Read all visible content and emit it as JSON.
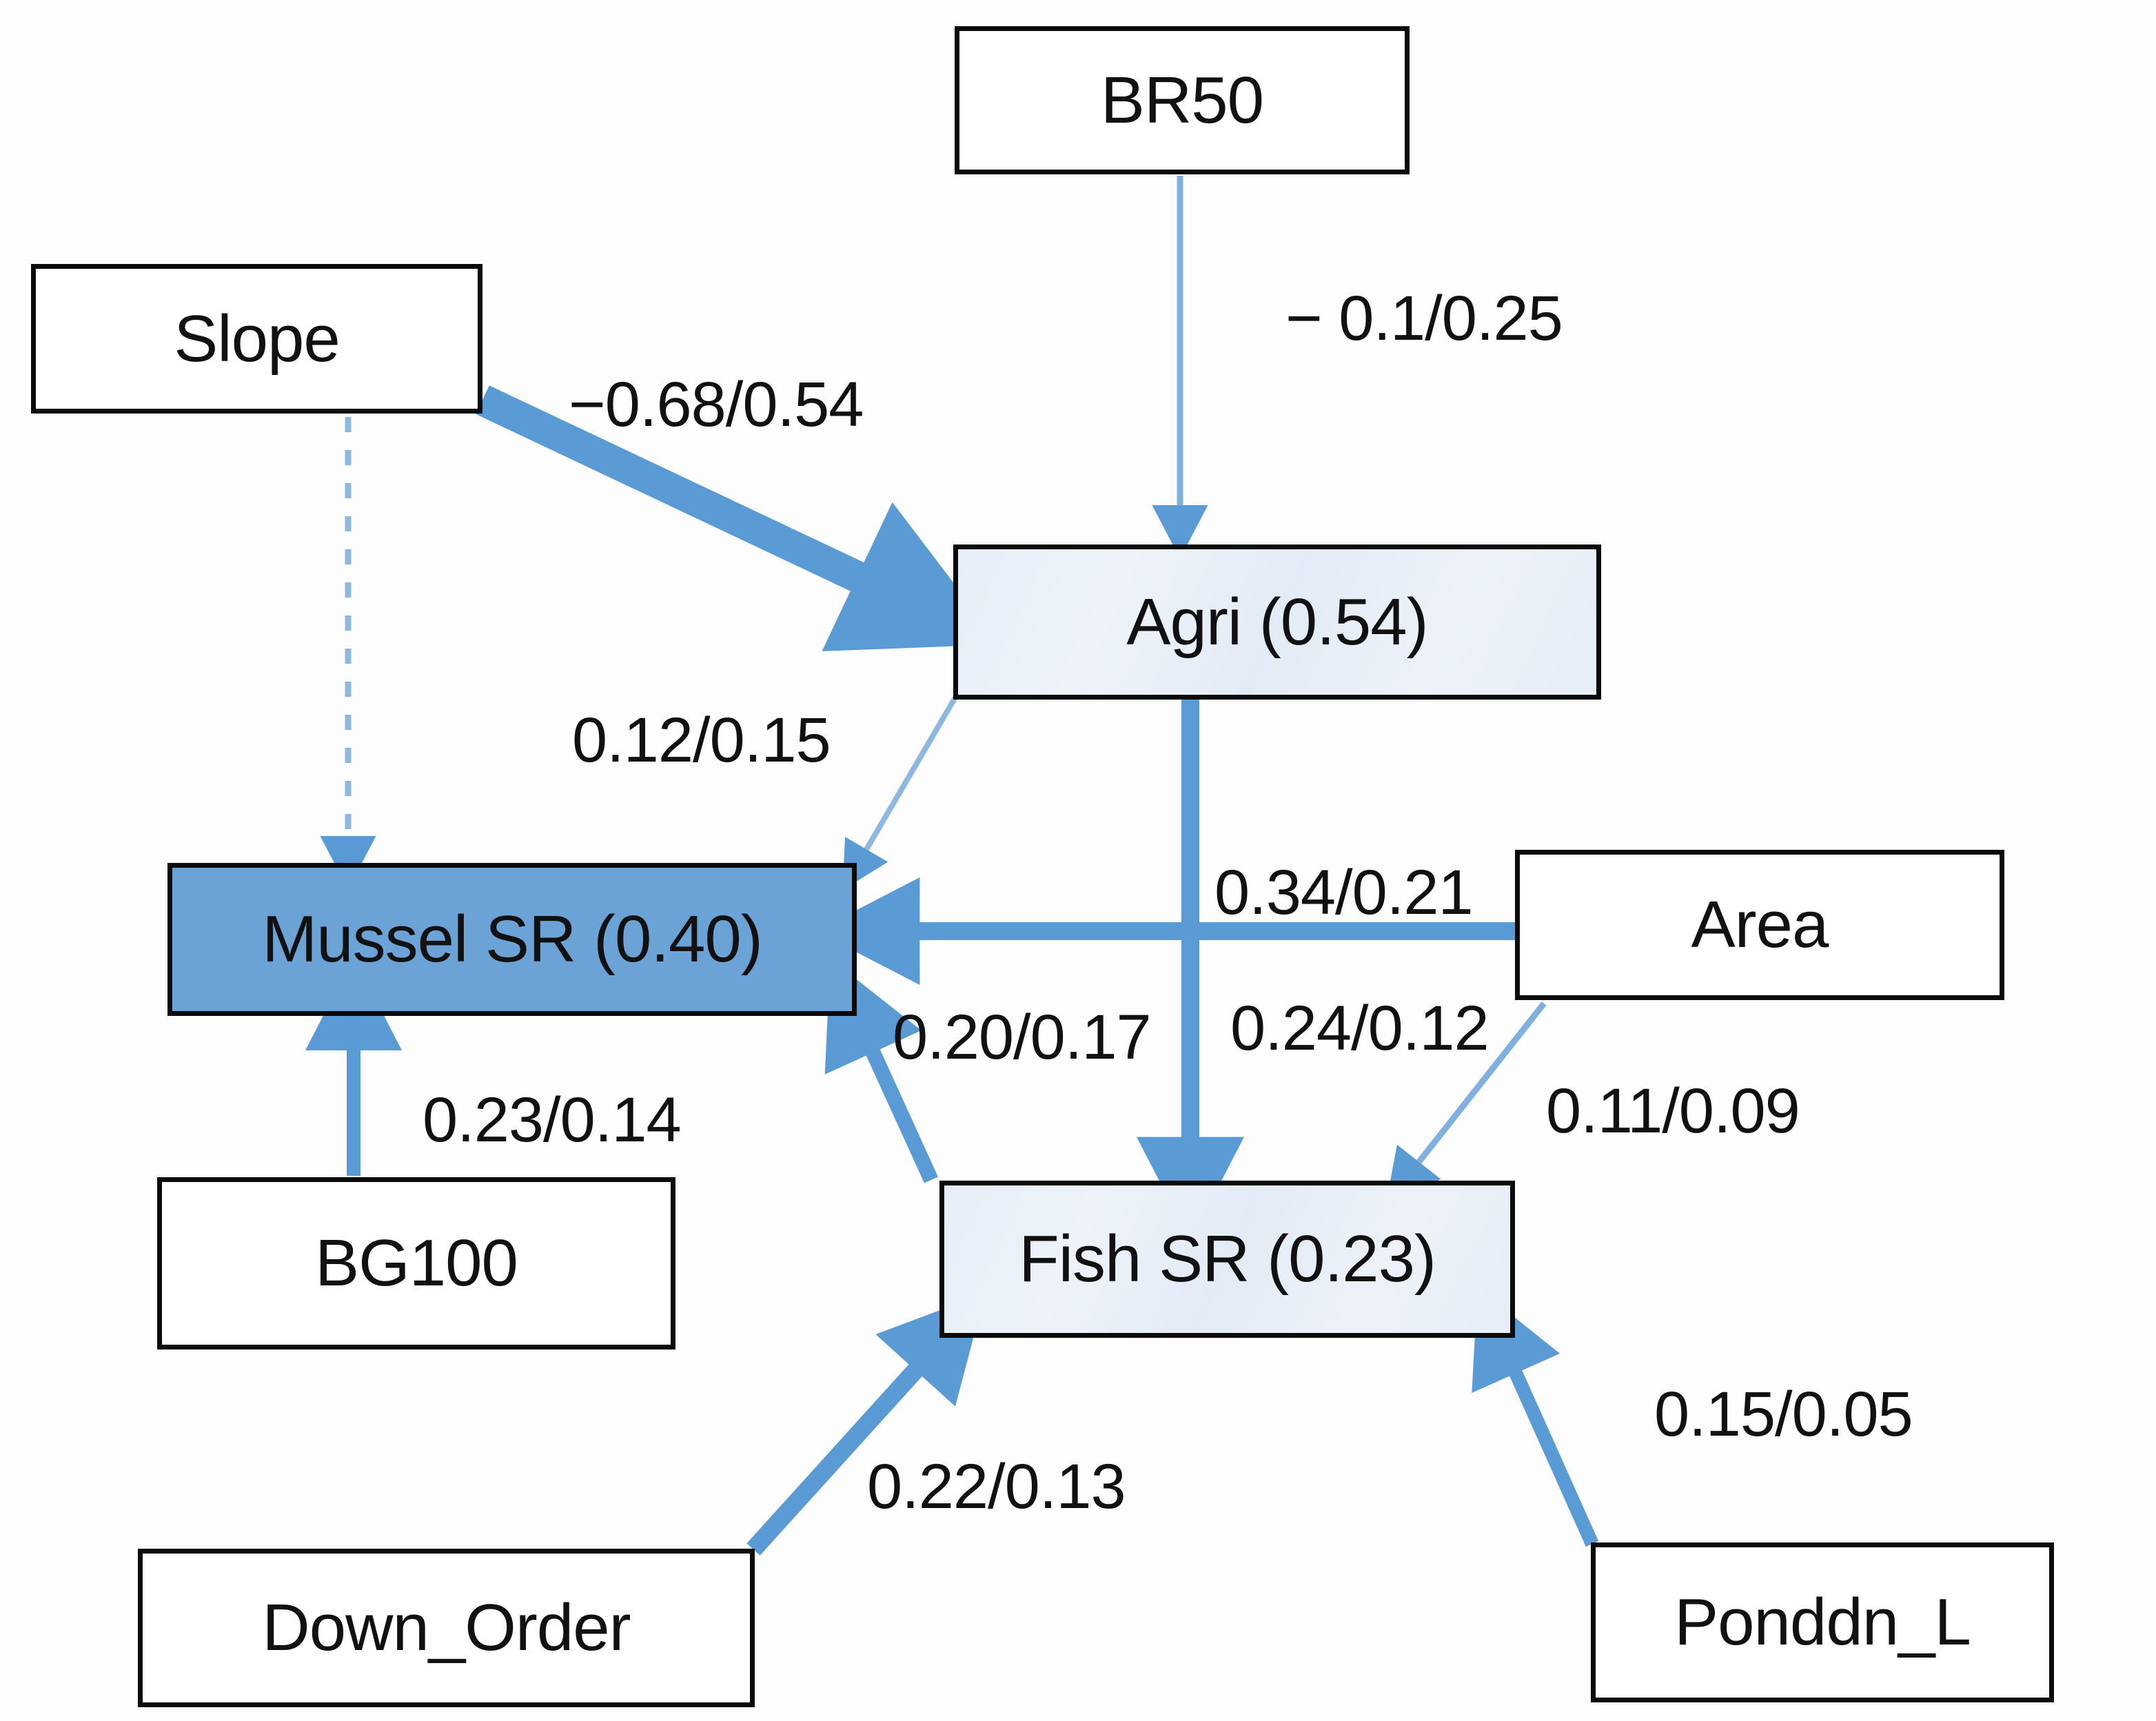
{
  "diagram": {
    "title": "Structural equation model path diagram",
    "colors": {
      "arrow_blue": "#5b9bd5",
      "focus_fill": "#6ba3d7",
      "endogenous_fill": "#e6eef8",
      "exogenous_fill": "#ffffff",
      "border": "#0b0b0b",
      "text": "#111111"
    },
    "nodes": [
      {
        "id": "br50",
        "label": "BR50",
        "kind": "exogenous"
      },
      {
        "id": "slope",
        "label": "Slope",
        "kind": "exogenous"
      },
      {
        "id": "agri",
        "label": "Agri (0.54)",
        "kind": "endogenous"
      },
      {
        "id": "mussel_sr",
        "label": "Mussel SR (0.40)",
        "kind": "focus"
      },
      {
        "id": "area",
        "label": "Area",
        "kind": "exogenous"
      },
      {
        "id": "fish_sr",
        "label": "Fish SR (0.23)",
        "kind": "endogenous"
      },
      {
        "id": "bg100",
        "label": "BG100",
        "kind": "exogenous"
      },
      {
        "id": "down_order",
        "label": "Down_Order",
        "kind": "exogenous"
      },
      {
        "id": "ponddn_l",
        "label": "Ponddn_L",
        "kind": "exogenous"
      }
    ],
    "edges": [
      {
        "id": "e_br50_agri",
        "from": "br50",
        "to": "agri",
        "label": "− 0.1/0.25",
        "coefficient": -0.1,
        "std_error": 0.25,
        "style": "solid",
        "weight": "thin"
      },
      {
        "id": "e_slope_agri",
        "from": "slope",
        "to": "agri",
        "label": "−0.68/0.54",
        "coefficient": -0.68,
        "std_error": 0.54,
        "style": "solid",
        "weight": "very-thick"
      },
      {
        "id": "e_slope_mussel",
        "from": "slope",
        "to": "mussel_sr",
        "label": "",
        "coefficient": null,
        "std_error": null,
        "style": "dashed",
        "weight": "thin"
      },
      {
        "id": "e_agri_mussel",
        "from": "agri",
        "to": "mussel_sr",
        "label": "0.12/0.15",
        "coefficient": 0.12,
        "std_error": 0.15,
        "style": "solid",
        "weight": "thin"
      },
      {
        "id": "e_area_mussel",
        "from": "area",
        "to": "mussel_sr",
        "label": "0.34/0.21",
        "coefficient": 0.34,
        "std_error": 0.21,
        "style": "solid",
        "weight": "thick"
      },
      {
        "id": "e_agri_fish",
        "from": "agri",
        "to": "fish_sr",
        "label": "0.24/0.12",
        "coefficient": 0.24,
        "std_error": 0.12,
        "style": "solid",
        "weight": "thick"
      },
      {
        "id": "e_area_fish",
        "from": "area",
        "to": "fish_sr",
        "label": "0.11/0.09",
        "coefficient": 0.11,
        "std_error": 0.09,
        "style": "solid",
        "weight": "thin"
      },
      {
        "id": "e_fish_mussel",
        "from": "fish_sr",
        "to": "mussel_sr",
        "label": "0.20/0.17",
        "coefficient": 0.2,
        "std_error": 0.17,
        "style": "solid",
        "weight": "medium"
      },
      {
        "id": "e_bg100_mussel",
        "from": "bg100",
        "to": "mussel_sr",
        "label": "0.23/0.14",
        "coefficient": 0.23,
        "std_error": 0.14,
        "style": "solid",
        "weight": "medium"
      },
      {
        "id": "e_downorder_fish",
        "from": "down_order",
        "to": "fish_sr",
        "label": "0.22/0.13",
        "coefficient": 0.22,
        "std_error": 0.13,
        "style": "solid",
        "weight": "thick"
      },
      {
        "id": "e_ponddn_fish",
        "from": "ponddn_l",
        "to": "fish_sr",
        "label": "0.15/0.05",
        "coefficient": 0.15,
        "std_error": 0.05,
        "style": "solid",
        "weight": "medium"
      }
    ]
  }
}
